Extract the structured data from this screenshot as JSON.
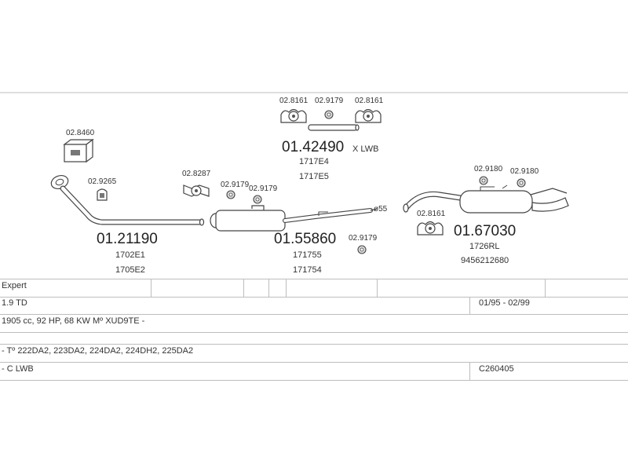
{
  "parts": {
    "front_pipe": {
      "number": "01.21190",
      "refs": [
        "1702E1",
        "1705E2"
      ]
    },
    "center_pipe": {
      "number": "01.42490",
      "suffix": "X  LWB",
      "refs": [
        "1717E4",
        "1717E5"
      ]
    },
    "middle_silencer": {
      "number": "01.55860",
      "refs": [
        "171755",
        "171754"
      ]
    },
    "rear_silencer": {
      "number": "01.67030",
      "refs": [
        "1726RL",
        "9456212680"
      ]
    }
  },
  "fittings": {
    "kit_box": "02.8460",
    "clamp_front": "02.9265",
    "mount_8287": "02.8287",
    "clamp_9179_a": "02.9179",
    "clamp_9179_b": "02.9179",
    "mount_top_left": "02.8161",
    "clamp_top": "02.9179",
    "mount_top_right": "02.8161",
    "clamp_mid_lower": "02.9179",
    "mount_rear_lower": "02.8161",
    "clamp_9180_a": "02.9180",
    "clamp_9180_b": "02.9180",
    "pipe_diameter": "ø55"
  },
  "vehicle": {
    "model": "Expert",
    "engine": "1.9 TD",
    "years": "01/95 - 02/99",
    "specs": "1905 cc, 92 HP, 68 KW Mº XUD9TE -",
    "types": "- Tº 222DA2, 223DA2, 224DA2, 224DH2, 225DA2",
    "variant": "- C LWB",
    "code": "C260405"
  }
}
